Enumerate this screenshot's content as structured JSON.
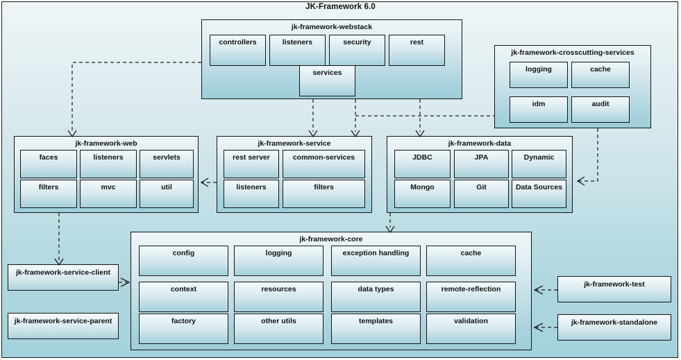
{
  "diagram": {
    "title": "JK-Framework 6.0",
    "background_top_color": "#eef5f7",
    "background_bottom_color": "#a3d2dc",
    "border_color": "#141414",
    "connector_style": "dashed-dependency-arrow"
  },
  "packages": [
    {
      "id": "webstack",
      "label": "jk-framework-webstack",
      "modules": [
        "controllers",
        "listeners",
        "security",
        "rest",
        "services"
      ]
    },
    {
      "id": "crosscutting",
      "label": "jk-framework-crosscutting-services",
      "modules": [
        "logging",
        "cache",
        "idm",
        "audit"
      ]
    },
    {
      "id": "web",
      "label": "jk-framework-web",
      "modules": [
        "faces",
        "listeners",
        "servlets",
        "filters",
        "mvc",
        "util"
      ]
    },
    {
      "id": "service",
      "label": "jk-framework-service",
      "modules": [
        "rest server",
        "common-services",
        "listeners",
        "filters"
      ]
    },
    {
      "id": "data",
      "label": "jk-framework-data",
      "modules": [
        "JDBC",
        "JPA",
        "Dynamic",
        "Mongo",
        "Git",
        "Data Sources"
      ]
    },
    {
      "id": "core",
      "label": "jk-framework-core",
      "modules": [
        "config",
        "logging",
        "exception handling",
        "cache",
        "context",
        "resources",
        "data types",
        "remote-reflection",
        "factory",
        "other utils",
        "templates",
        "validation"
      ]
    }
  ],
  "standalone_boxes": [
    {
      "id": "service-client",
      "label": "jk-framework-service-client"
    },
    {
      "id": "service-parent",
      "label": "jk-framework-service-parent"
    },
    {
      "id": "test",
      "label": "jk-framework-test"
    },
    {
      "id": "standalone",
      "label": "jk-framework-standalone"
    }
  ],
  "dependencies": [
    {
      "from": "jk-framework-webstack",
      "to": "jk-framework-web"
    },
    {
      "from": "jk-framework-webstack",
      "to": "jk-framework-service"
    },
    {
      "from": "jk-framework-webstack",
      "to": "jk-framework-service"
    },
    {
      "from": "jk-framework-webstack",
      "to": "jk-framework-data"
    },
    {
      "from": "jk-framework-crosscutting-services",
      "to": "jk-framework-service"
    },
    {
      "from": "jk-framework-crosscutting-services",
      "to": "jk-framework-data"
    },
    {
      "from": "jk-framework-service",
      "to": "jk-framework-web"
    },
    {
      "from": "jk-framework-web",
      "to": "jk-framework-service-client"
    },
    {
      "from": "jk-framework-service-client",
      "to": "jk-framework-core"
    },
    {
      "from": "jk-framework-data",
      "to": "jk-framework-core"
    },
    {
      "from": "jk-framework-test",
      "to": "jk-framework-core"
    },
    {
      "from": "jk-framework-standalone",
      "to": "jk-framework-core"
    }
  ]
}
